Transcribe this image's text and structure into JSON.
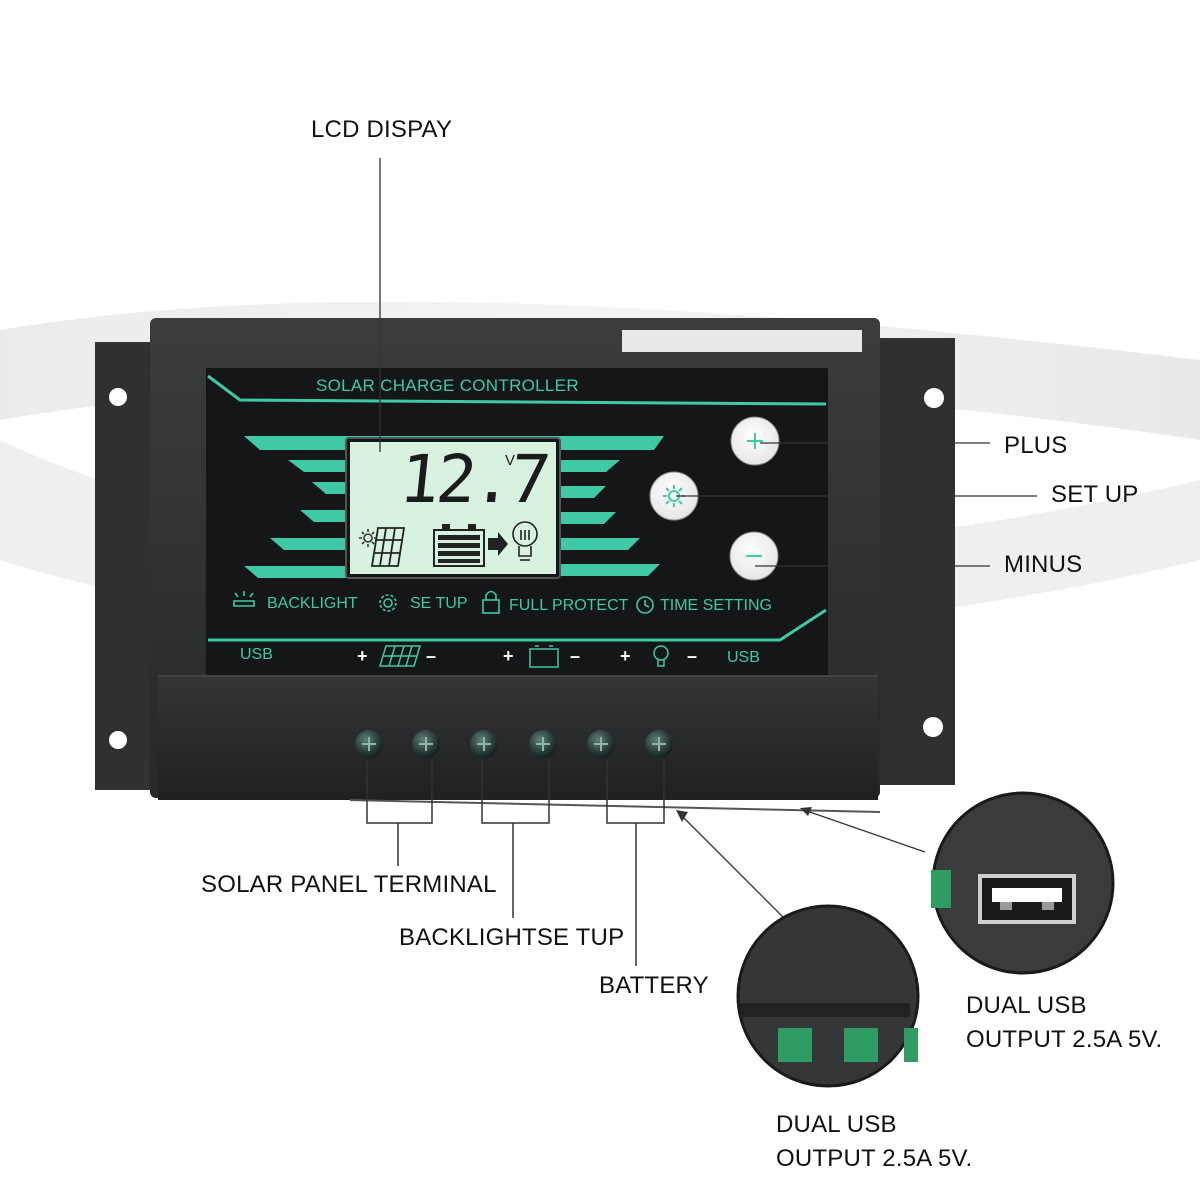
{
  "device": {
    "brand_label": "SOLAR CHARGE CONTROLLER",
    "lcd_reading": "12.7",
    "lcd_unit": "V",
    "status_labels": [
      "BACKLIGHT",
      "SE TUP",
      "FULL PROTECT",
      "TIME SETTING"
    ],
    "port_labels": {
      "left_usb": "USB",
      "right_usb": "USB",
      "plus": "+",
      "minus": "–"
    }
  },
  "callouts": {
    "lcd": "LCD DISPAY",
    "plus": "PLUS",
    "setup": "SET UP",
    "minus": "MINUS",
    "solar_terminal": "SOLAR PANEL TERMINAL",
    "backlight_setup": "BACKLIGHTSE TUP",
    "battery": "BATTERY",
    "usb_right_line1": "DUAL USB",
    "usb_right_line2": "OUTPUT 2.5A 5V.",
    "usb_left_line1": "DUAL USB",
    "usb_left_line2": "OUTPUT 2.5A 5V."
  },
  "colors": {
    "accent_green": "#3fc9a5",
    "body_dark": "#2f3132",
    "panel_black": "#151617",
    "lcd_bg": "#d7f2de",
    "lcd_digit": "#1b1b1b"
  },
  "icons": [
    "sun-icon",
    "solar-panel-icon",
    "battery-icon",
    "arrow-right-icon",
    "bulb-icon",
    "gear-icon",
    "lock-icon",
    "clock-icon",
    "backlight-icon"
  ]
}
